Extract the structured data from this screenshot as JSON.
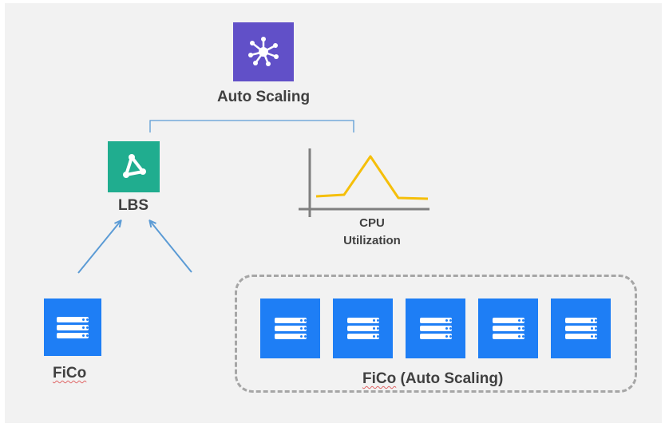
{
  "auto_scaling": {
    "label": "Auto Scaling",
    "icon": "network-hub-icon",
    "color": "#6150c8"
  },
  "lbs": {
    "label": "LBS",
    "icon": "triangle-nodes-icon",
    "color": "#20ad8f"
  },
  "cpu": {
    "line1": "CPU",
    "line2": "Utilization",
    "icon": "line-chart-icon",
    "line_color": "#f5bf0a"
  },
  "fico": {
    "label": "FiCo",
    "icon": "server-icon",
    "color": "#1e7ef5"
  },
  "fico_group": {
    "label_main": "FiCo",
    "label_rest": " (Auto Scaling)",
    "servers": [
      "server-1",
      "server-2",
      "server-3",
      "server-4",
      "server-5"
    ]
  },
  "connector_color": "#5b9bd5",
  "group_border_color": "#a6a6a6"
}
